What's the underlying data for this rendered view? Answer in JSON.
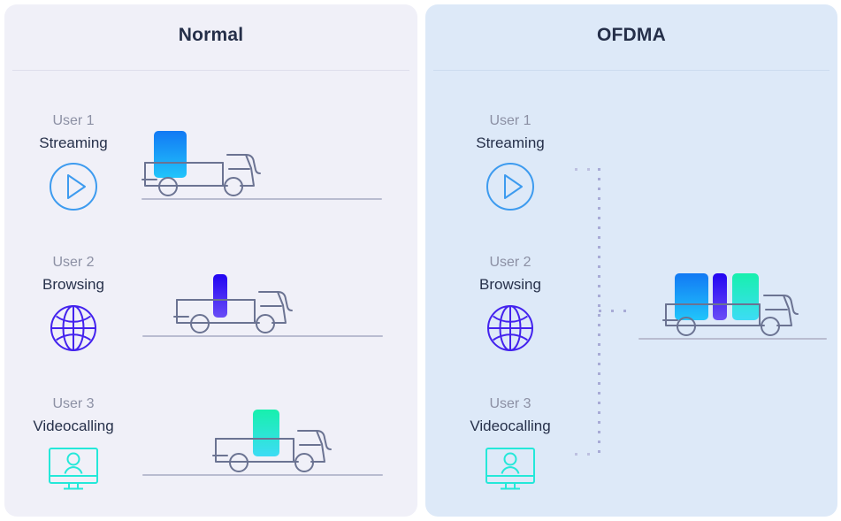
{
  "panels": [
    {
      "key": "normal",
      "title": "Normal",
      "background": "#f0f0f8",
      "users": [
        {
          "label": "User 1",
          "activity": "Streaming",
          "icon": "play-circle-icon",
          "icon_color": "#3d9bef"
        },
        {
          "label": "User 2",
          "activity": "Browsing",
          "icon": "globe-icon",
          "icon_color": "#4322ee"
        },
        {
          "label": "User 3",
          "activity": "Videocalling",
          "icon": "video-monitor-icon",
          "icon_color": "#24e8d9"
        }
      ]
    },
    {
      "key": "ofdma",
      "title": "OFDMA",
      "background": "#dde9f8",
      "users": [
        {
          "label": "User 1",
          "activity": "Streaming",
          "icon": "play-circle-icon",
          "icon_color": "#3d9bef"
        },
        {
          "label": "User 2",
          "activity": "Browsing",
          "icon": "globe-icon",
          "icon_color": "#4322ee"
        },
        {
          "label": "User 3",
          "activity": "Videocalling",
          "icon": "video-monitor-icon",
          "icon_color": "#24e8d9"
        }
      ]
    }
  ],
  "trucks": {
    "normal": [
      {
        "name": "truck-streaming",
        "cargo": [
          {
            "color_top": "#1279f4",
            "color_bottom": "#21c5fb",
            "label": "streaming-packet"
          }
        ]
      },
      {
        "name": "truck-browsing",
        "cargo": [
          {
            "color_top": "#2205f2",
            "color_bottom": "#6a4df6",
            "label": "browsing-packet"
          }
        ]
      },
      {
        "name": "truck-videocalling",
        "cargo": [
          {
            "color_top": "#17f0ad",
            "color_bottom": "#3ddcf5",
            "label": "videocalling-packet"
          }
        ]
      }
    ],
    "ofdma": [
      {
        "name": "truck-combined",
        "cargo": [
          {
            "color_top": "#1279f4",
            "color_bottom": "#21c5fb",
            "label": "streaming-packet"
          },
          {
            "color_top": "#2205f2",
            "color_bottom": "#6a4df6",
            "label": "browsing-packet"
          },
          {
            "color_top": "#17f0ad",
            "color_bottom": "#3ddcf5",
            "label": "videocalling-packet"
          }
        ]
      }
    ]
  },
  "palette": {
    "page_background": "#ffffff",
    "panel_left_background": "#f0f0f8",
    "panel_right_background": "#dde9f8",
    "title_color": "#252f49",
    "user_label_color": "#8c90a4",
    "activity_color": "#26304a",
    "truck_outline": "#6b7392",
    "road_color": "#b9bcd0",
    "dotted_connector": "#a8abd6"
  }
}
